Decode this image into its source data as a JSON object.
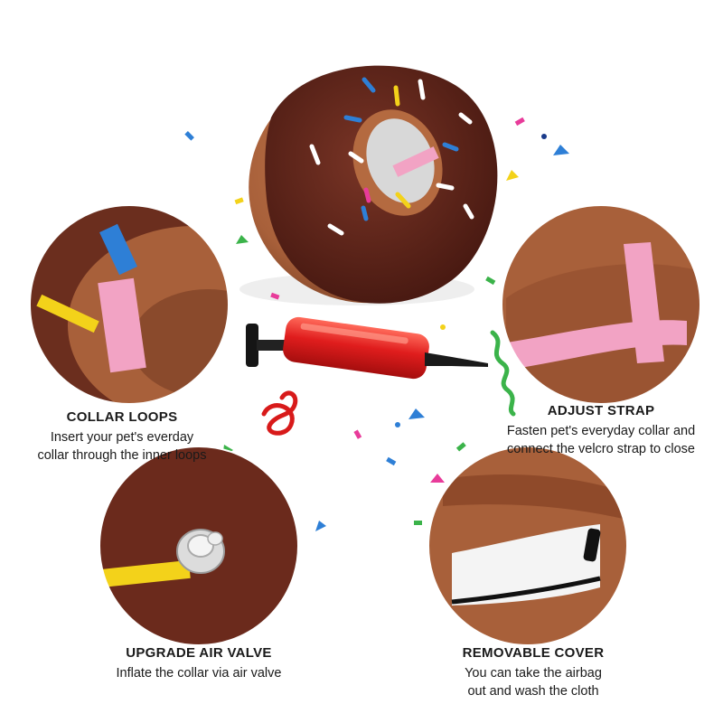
{
  "features": [
    {
      "title": "COLLAR LOOPS",
      "lines": [
        "Insert your pet's everday",
        "collar through the inner loops"
      ]
    },
    {
      "title": "ADJUST STRAP",
      "lines": [
        "Fasten pet's everyday collar and",
        "connect the velcro strap to close"
      ]
    },
    {
      "title": "UPGRADE AIR VALVE",
      "lines": [
        "Inflate the collar via air valve"
      ]
    },
    {
      "title": "REMOVABLE COVER",
      "lines": [
        "You can take the airbag",
        "out and wash the cloth"
      ]
    }
  ],
  "colors": {
    "plush_brown": "#a8603a",
    "icing_chocolate": "#5a2318",
    "strap_pink": "#f2a3c4",
    "pump_red": "#d81a1a",
    "valve_clear": "#dcdcdc",
    "sprinkle_blue": "#2e7fd6",
    "sprinkle_yellow": "#f3d21a",
    "sprinkle_green": "#3bb34a"
  },
  "icons": [
    "donut-collar",
    "hand-air-pump",
    "air-valve",
    "zipper-pull",
    "confetti"
  ]
}
